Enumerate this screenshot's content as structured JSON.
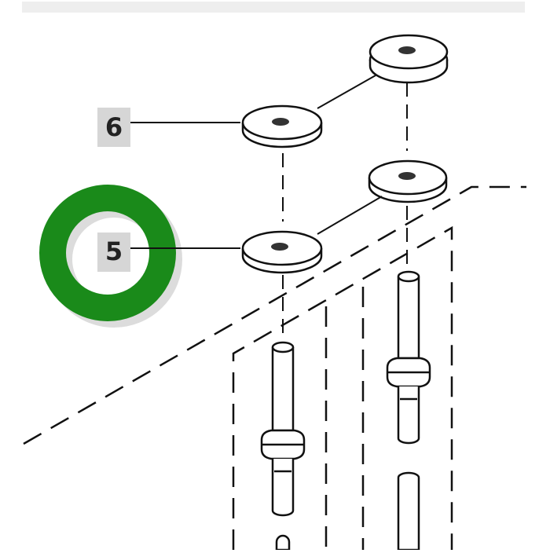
{
  "callouts": [
    {
      "id": "6",
      "label": "6"
    },
    {
      "id": "5",
      "label": "5",
      "highlighted": true
    }
  ],
  "colors": {
    "highlight_ring": "#1a8a1a",
    "callout_box": "#d6d6d6",
    "line": "#111111",
    "top_bar": "#eeeeee"
  }
}
